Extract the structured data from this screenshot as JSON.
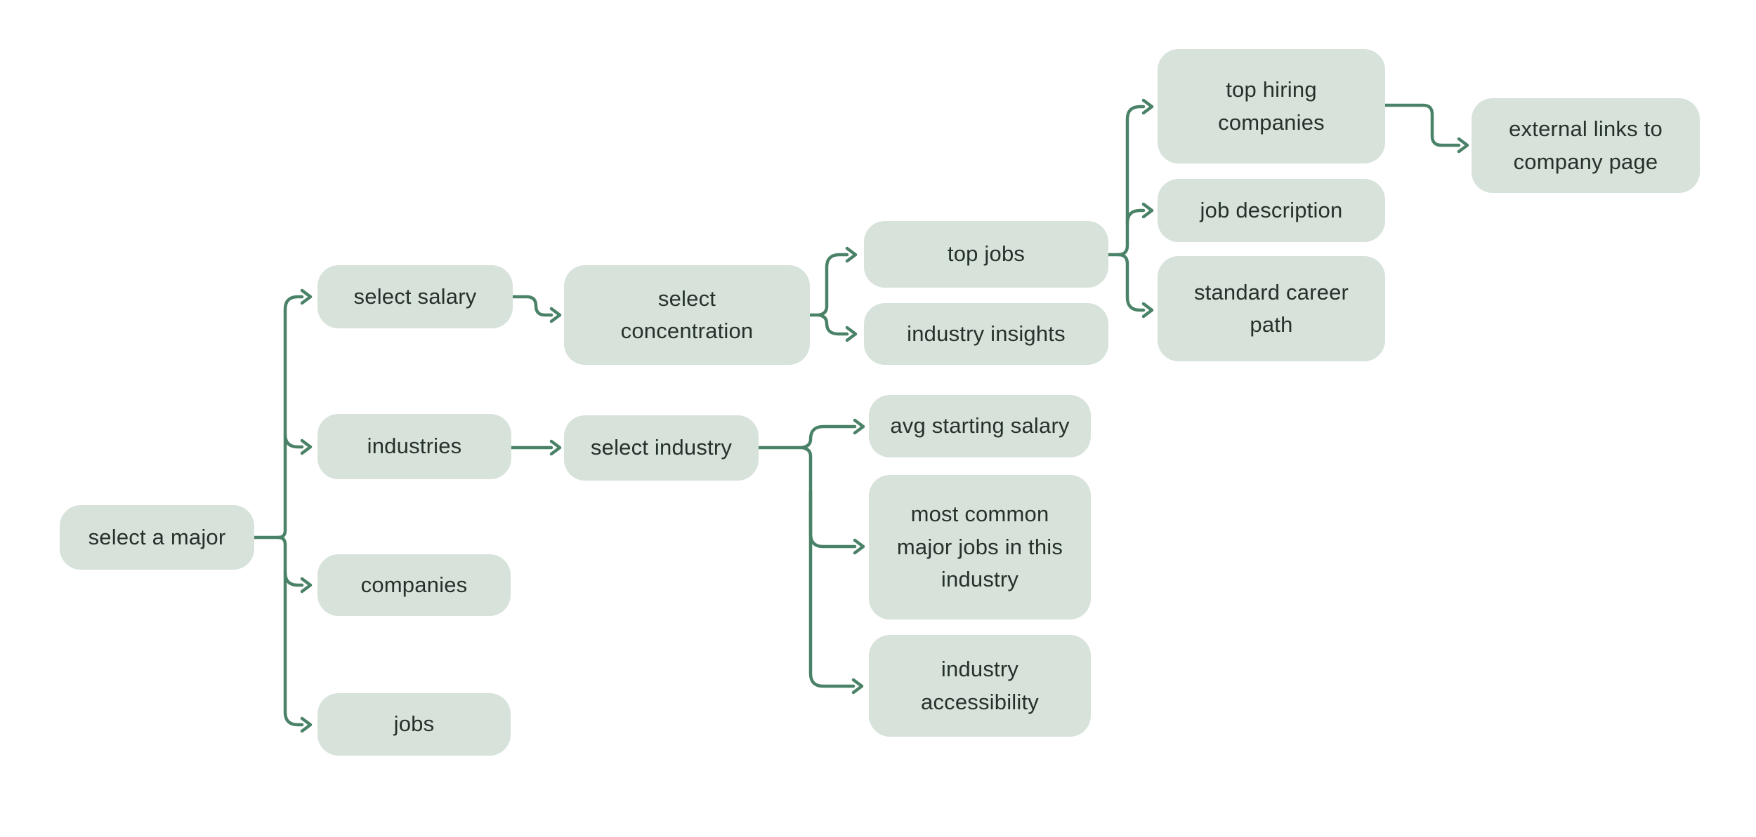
{
  "diagram": {
    "type": "flowchart",
    "colors": {
      "background": "#ffffff",
      "node_fill": "#d6e2da",
      "node_text": "#26312b",
      "connector": "#4a8268"
    },
    "nodes": {
      "select_a_major": {
        "label": "select a major"
      },
      "select_salary": {
        "label": "select salary"
      },
      "industries": {
        "label": "industries"
      },
      "companies": {
        "label": "companies"
      },
      "jobs": {
        "label": "jobs"
      },
      "select_concentration": {
        "label": "select concentration"
      },
      "select_industry": {
        "label": "select industry"
      },
      "top_jobs": {
        "label": "top jobs"
      },
      "industry_insights": {
        "label": "industry insights"
      },
      "avg_starting_salary": {
        "label": "avg starting salary"
      },
      "most_common_major_jobs": {
        "label": "most common major jobs in this industry"
      },
      "industry_accessibility": {
        "label": "industry accessibility"
      },
      "top_hiring_companies": {
        "label": "top hiring companies"
      },
      "job_description": {
        "label": "job description"
      },
      "standard_career_path": {
        "label": "standard career path"
      },
      "external_links_to_company_page": {
        "label": "external links to company page"
      }
    },
    "edges": [
      {
        "from": "select_a_major",
        "to": "select_salary"
      },
      {
        "from": "select_a_major",
        "to": "industries"
      },
      {
        "from": "select_a_major",
        "to": "companies"
      },
      {
        "from": "select_a_major",
        "to": "jobs"
      },
      {
        "from": "select_salary",
        "to": "select_concentration"
      },
      {
        "from": "select_concentration",
        "to": "top_jobs"
      },
      {
        "from": "select_concentration",
        "to": "industry_insights"
      },
      {
        "from": "top_jobs",
        "to": "top_hiring_companies"
      },
      {
        "from": "top_jobs",
        "to": "job_description"
      },
      {
        "from": "top_jobs",
        "to": "standard_career_path"
      },
      {
        "from": "top_hiring_companies",
        "to": "external_links_to_company_page"
      },
      {
        "from": "industries",
        "to": "select_industry"
      },
      {
        "from": "select_industry",
        "to": "avg_starting_salary"
      },
      {
        "from": "select_industry",
        "to": "most_common_major_jobs"
      },
      {
        "from": "select_industry",
        "to": "industry_accessibility"
      }
    ]
  }
}
